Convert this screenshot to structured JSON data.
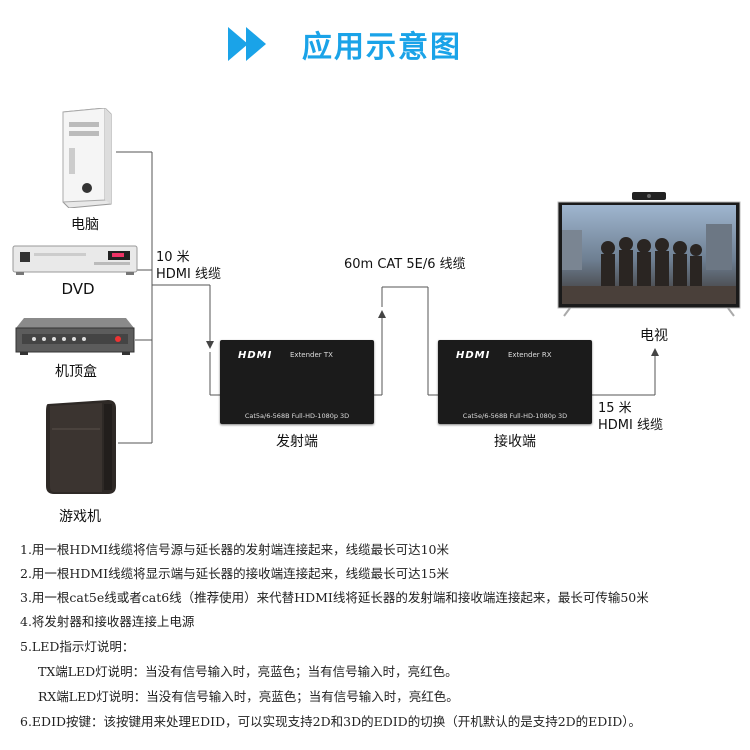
{
  "title": "应用示意图",
  "sources": {
    "pc": "电脑",
    "dvd": "DVD",
    "stb": "机顶盒",
    "console": "游戏机"
  },
  "cables": {
    "input_line1": "10 米",
    "input_line2": "HDMI 线缆",
    "link": "60m CAT 5E/6 线缆",
    "output_line1": "15 米",
    "output_line2": "HDMI 线缆"
  },
  "tx": {
    "brand": "HDMI",
    "model": "Extender TX",
    "spec": "Cat5a/6-568B Full-HD-1080p 3D",
    "label": "发射端"
  },
  "rx": {
    "brand": "HDMI",
    "model": "Extender RX",
    "spec": "Cat5e/6-568B Full-HD-1080p 3D",
    "label": "接收端"
  },
  "display": {
    "label": "电视"
  },
  "notes": [
    "1.用一根HDMI线缆将信号源与延长器的发射端连接起来，线缆最长可达10米",
    "2.用一根HDMI线缆将显示端与延长器的接收端连接起来，线缆最长可达15米",
    "3.用一根cat5e线或者cat6线（推荐使用）来代替HDMI线将延长器的发射端和接收端连接起来，最长可传输50米",
    "4.将发射器和接收器连接上电源",
    "5.LED指示灯说明：",
    "TX端LED灯说明：当没有信号输入时，亮蓝色；当有信号输入时，亮红色。",
    "RX端LED灯说明：当没有信号输入时，亮蓝色；当有信号输入时，亮红色。",
    "6.EDID按键：该按键用来处理EDID，可以实现支持2D和3D的EDID的切换（开机默认的是支持2D的EDID）。"
  ],
  "colors": {
    "accent": "#1aa3e8",
    "box": "#1b1b1b",
    "line": "#555555"
  },
  "icons": [
    "double-chevron-right-icon"
  ]
}
